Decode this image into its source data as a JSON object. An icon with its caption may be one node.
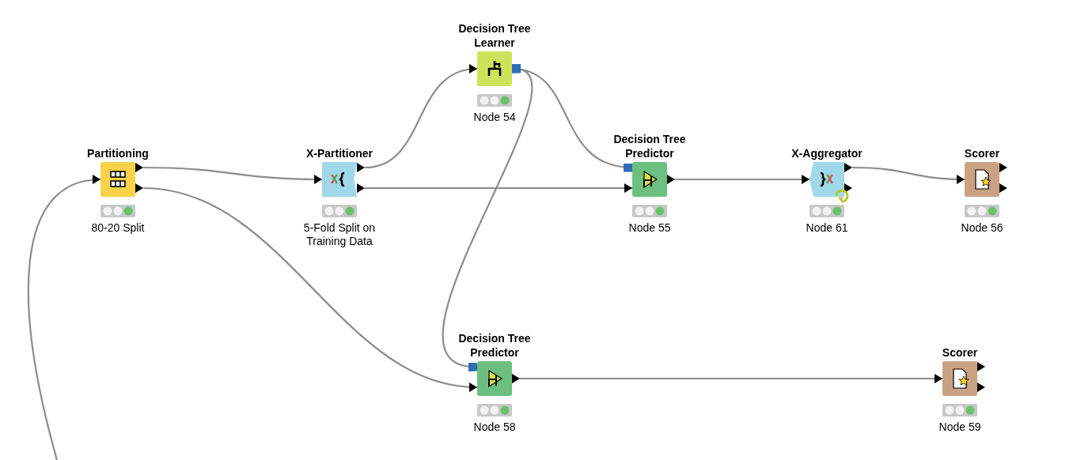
{
  "diagram": {
    "nodes": [
      {
        "text": [
          "Partitioning",
          "80-20 Split"
        ]
      },
      {
        "text": [
          "X-Partitioner",
          "5-Fold Split on Training Data"
        ]
      },
      {
        "text": [
          "Decision Tree Learner",
          "Node 54"
        ]
      },
      {
        "text": [
          "Decision Tree Predictor",
          "Node 55"
        ]
      },
      {
        "text": [
          "X-Aggregator",
          "Node 61"
        ]
      },
      {
        "text": [
          "Scorer",
          "Node 56"
        ]
      },
      {
        "text": [
          "Decision Tree Predictor",
          "Node 58"
        ]
      },
      {
        "text": [
          "Scorer",
          "Node 59"
        ]
      }
    ],
    "edges": [
      {
        "from": null,
        "to": 0,
        "arrow": "to"
      },
      {
        "from": 0,
        "to": 1,
        "arrow": "to"
      },
      {
        "from": 0,
        "to": 6,
        "arrow": "to"
      },
      {
        "from": 1,
        "to": 2,
        "arrow": "to"
      },
      {
        "from": 1,
        "to": 3,
        "arrow": "to"
      },
      {
        "from": 2,
        "to": 3,
        "arrow": "other"
      },
      {
        "from": 2,
        "to": 6,
        "arrow": "other"
      },
      {
        "from": 3,
        "to": 4,
        "arrow": "to"
      },
      {
        "from": 4,
        "to": 5,
        "arrow": "to"
      },
      {
        "from": 6,
        "to": 7,
        "arrow": "to"
      }
    ]
  }
}
